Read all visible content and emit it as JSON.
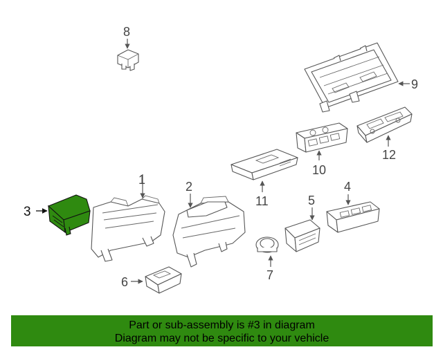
{
  "diagram": {
    "callouts": [
      "1",
      "2",
      "3",
      "4",
      "5",
      "6",
      "7",
      "8",
      "9",
      "10",
      "11",
      "12"
    ],
    "highlight_color": "#2f8a10"
  },
  "banner": {
    "line1": "Part or sub-assembly is #3 in diagram",
    "line2": "Diagram may not be specific to your vehicle",
    "color": "#2f8a10"
  }
}
